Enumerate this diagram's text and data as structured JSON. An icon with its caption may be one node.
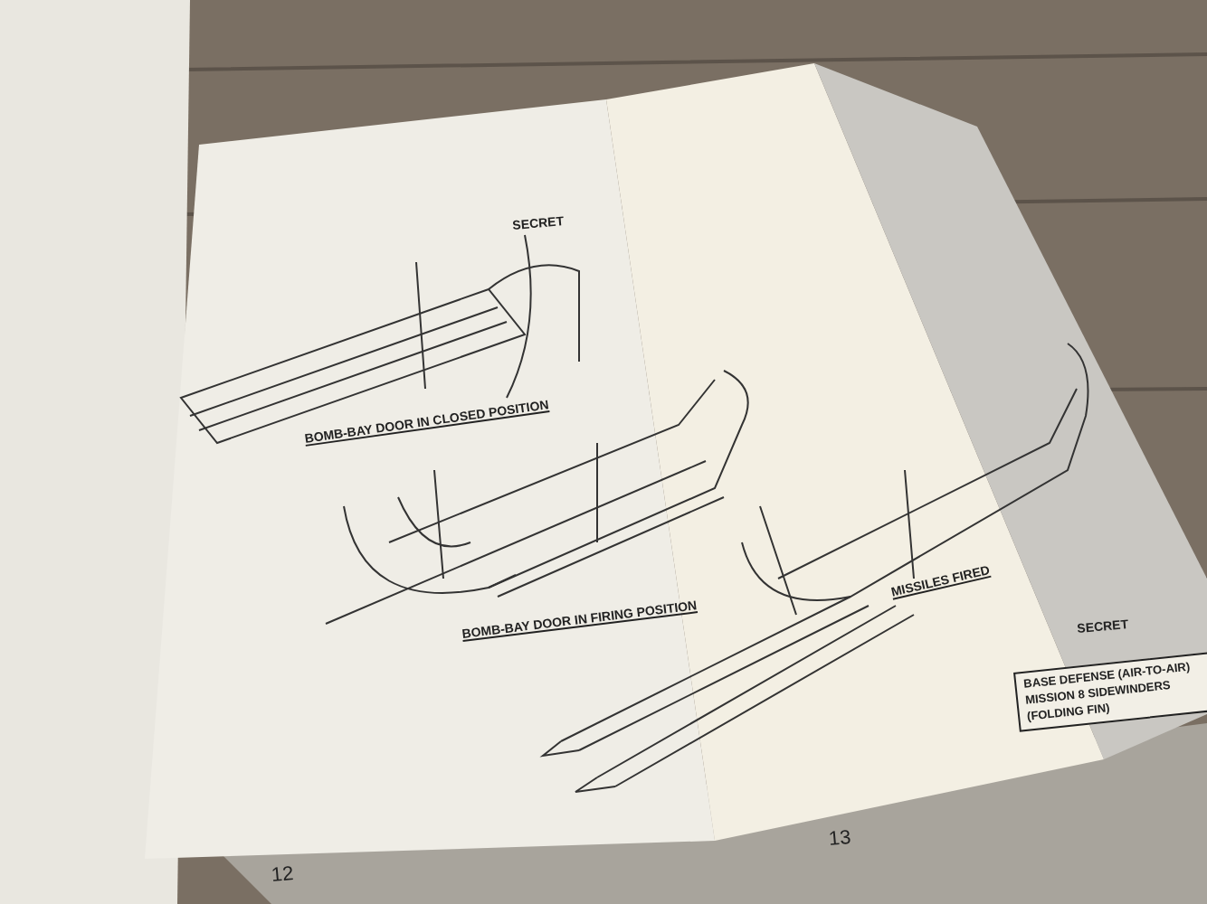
{
  "diagram": {
    "nodes": [
      {
        "text": [
          "BASE DEFENSE (AIR-TO-AIR) MISSION 8 SIDEWINDERS (FOLDING FIN)"
        ]
      }
    ],
    "labels": [
      "SECRET",
      "BOMB-BAY DOOR IN CLOSED POSITION",
      "BOMB-BAY DOOR IN FIRING POSITION",
      "MISSILES FIRED",
      "SECRET",
      "12",
      "13"
    ]
  }
}
